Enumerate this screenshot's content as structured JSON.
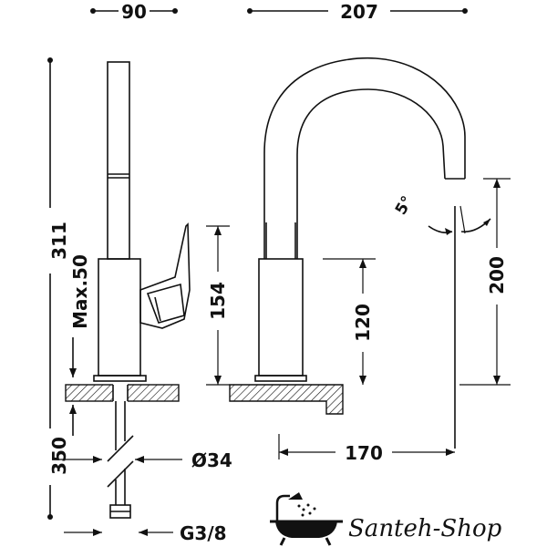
{
  "dimensions": {
    "top_width_left": "90",
    "top_width_right": "207",
    "total_height": "311",
    "max_deck": "Max.50",
    "body_height": "154",
    "spout_height": "120",
    "outlet_height": "200",
    "hose_length": "350",
    "hole_diameter": "Ø34",
    "spout_reach": "170",
    "thread": "G3/8",
    "spout_angle": "5°"
  },
  "brand": {
    "name": "Santeh-Shop",
    "icon": "bathtub-shower-icon"
  },
  "colors": {
    "line": "#111111",
    "background": "#ffffff"
  }
}
